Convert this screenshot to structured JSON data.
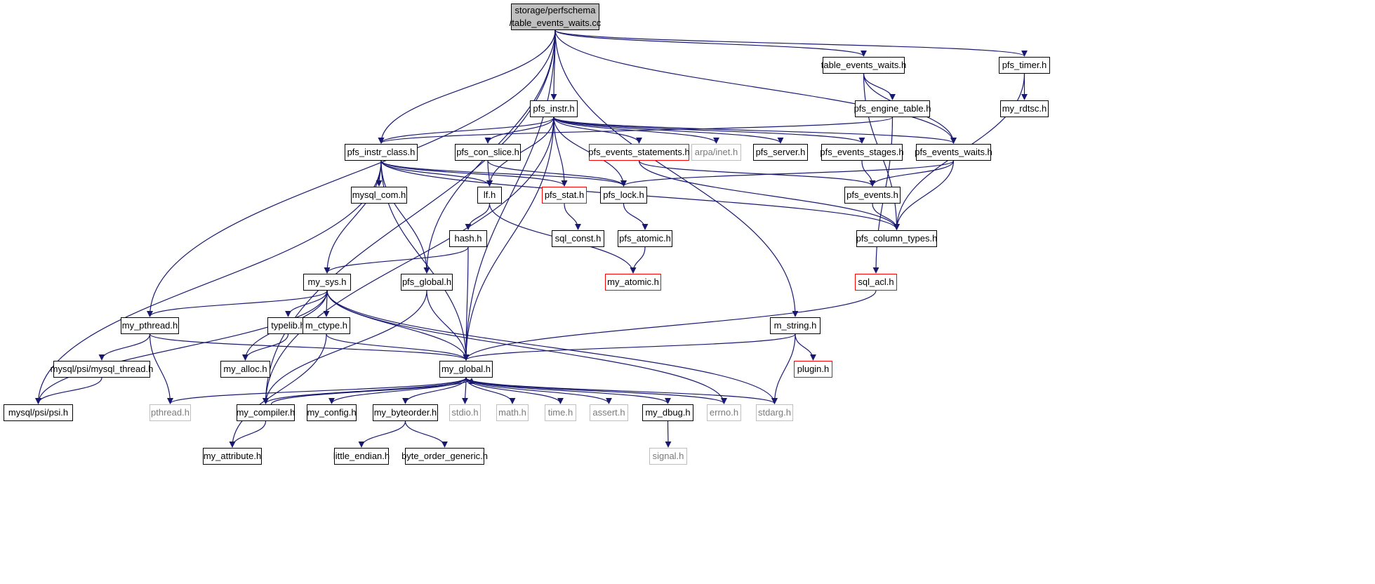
{
  "graph": {
    "edge_color": "#191970",
    "node_styles": {
      "root": "#bfbfbf",
      "trunc": "#ff0000",
      "sys": "#bfbfbf"
    },
    "nodes": [
      {
        "id": "root",
        "label": "storage/perfschema\n/table_events_waits.cc",
        "style": "root"
      },
      {
        "id": "tew_h",
        "label": "table_events_waits.h",
        "style": "normal"
      },
      {
        "id": "pfs_timer",
        "label": "pfs_timer.h",
        "style": "normal"
      },
      {
        "id": "my_rdtsc",
        "label": "my_rdtsc.h",
        "style": "normal"
      },
      {
        "id": "pfs_instr",
        "label": "pfs_instr.h",
        "style": "normal"
      },
      {
        "id": "pfs_engine_table",
        "label": "pfs_engine_table.h",
        "style": "normal"
      },
      {
        "id": "pfs_instr_class",
        "label": "pfs_instr_class.h",
        "style": "normal"
      },
      {
        "id": "pfs_con_slice",
        "label": "pfs_con_slice.h",
        "style": "normal"
      },
      {
        "id": "pfs_events_statements",
        "label": "pfs_events_statements.h",
        "style": "trunc"
      },
      {
        "id": "arpa_inet",
        "label": "arpa/inet.h",
        "style": "sys"
      },
      {
        "id": "pfs_server",
        "label": "pfs_server.h",
        "style": "normal"
      },
      {
        "id": "pfs_events_stages",
        "label": "pfs_events_stages.h",
        "style": "normal"
      },
      {
        "id": "pfs_events_waits",
        "label": "pfs_events_waits.h",
        "style": "normal"
      },
      {
        "id": "mysql_com",
        "label": "mysql_com.h",
        "style": "normal"
      },
      {
        "id": "lf",
        "label": "lf.h",
        "style": "normal"
      },
      {
        "id": "pfs_stat",
        "label": "pfs_stat.h",
        "style": "trunc"
      },
      {
        "id": "pfs_lock",
        "label": "pfs_lock.h",
        "style": "normal"
      },
      {
        "id": "pfs_events",
        "label": "pfs_events.h",
        "style": "normal"
      },
      {
        "id": "sql_const",
        "label": "sql_const.h",
        "style": "normal"
      },
      {
        "id": "pfs_atomic",
        "label": "pfs_atomic.h",
        "style": "normal"
      },
      {
        "id": "pfs_column_types",
        "label": "pfs_column_types.h",
        "style": "normal"
      },
      {
        "id": "hash",
        "label": "hash.h",
        "style": "normal"
      },
      {
        "id": "my_sys",
        "label": "my_sys.h",
        "style": "normal"
      },
      {
        "id": "pfs_global",
        "label": "pfs_global.h",
        "style": "normal"
      },
      {
        "id": "my_atomic",
        "label": "my_atomic.h",
        "style": "trunc"
      },
      {
        "id": "sql_acl",
        "label": "sql_acl.h",
        "style": "trunc"
      },
      {
        "id": "my_pthread",
        "label": "my_pthread.h",
        "style": "normal"
      },
      {
        "id": "typelib",
        "label": "typelib.h",
        "style": "normal"
      },
      {
        "id": "m_ctype",
        "label": "m_ctype.h",
        "style": "normal"
      },
      {
        "id": "m_string",
        "label": "m_string.h",
        "style": "normal"
      },
      {
        "id": "mysql_thread",
        "label": "mysql/psi/mysql_thread.h",
        "style": "normal"
      },
      {
        "id": "my_alloc",
        "label": "my_alloc.h",
        "style": "normal"
      },
      {
        "id": "my_global",
        "label": "my_global.h",
        "style": "normal"
      },
      {
        "id": "plugin",
        "label": "plugin.h",
        "style": "trunc"
      },
      {
        "id": "psi",
        "label": "mysql/psi/psi.h",
        "style": "normal"
      },
      {
        "id": "pthread",
        "label": "pthread.h",
        "style": "sys"
      },
      {
        "id": "my_compiler",
        "label": "my_compiler.h",
        "style": "normal"
      },
      {
        "id": "my_config",
        "label": "my_config.h",
        "style": "normal"
      },
      {
        "id": "my_byteorder",
        "label": "my_byteorder.h",
        "style": "normal"
      },
      {
        "id": "stdio",
        "label": "stdio.h",
        "style": "sys"
      },
      {
        "id": "math",
        "label": "math.h",
        "style": "sys"
      },
      {
        "id": "time",
        "label": "time.h",
        "style": "sys"
      },
      {
        "id": "assert",
        "label": "assert.h",
        "style": "sys"
      },
      {
        "id": "my_dbug",
        "label": "my_dbug.h",
        "style": "normal"
      },
      {
        "id": "errno",
        "label": "errno.h",
        "style": "sys"
      },
      {
        "id": "stdarg",
        "label": "stdarg.h",
        "style": "sys"
      },
      {
        "id": "my_attribute",
        "label": "my_attribute.h",
        "style": "normal"
      },
      {
        "id": "little_endian",
        "label": "little_endian.h",
        "style": "normal"
      },
      {
        "id": "byte_order_generic",
        "label": "byte_order_generic.h",
        "style": "normal"
      },
      {
        "id": "signal",
        "label": "signal.h",
        "style": "sys"
      }
    ],
    "edges": [
      [
        "root",
        "tew_h"
      ],
      [
        "root",
        "pfs_timer"
      ],
      [
        "root",
        "pfs_instr"
      ],
      [
        "root",
        "pfs_instr_class"
      ],
      [
        "root",
        "pfs_events_waits"
      ],
      [
        "root",
        "pfs_global"
      ],
      [
        "root",
        "my_pthread"
      ],
      [
        "root",
        "my_global"
      ],
      [
        "root",
        "my_compiler"
      ],
      [
        "root",
        "m_string"
      ],
      [
        "tew_h",
        "pfs_engine_table"
      ],
      [
        "tew_h",
        "pfs_events_waits"
      ],
      [
        "tew_h",
        "pfs_column_types"
      ],
      [
        "pfs_timer",
        "my_rdtsc"
      ],
      [
        "pfs_timer",
        "pfs_column_types"
      ],
      [
        "pfs_engine_table",
        "pfs_instr_class"
      ],
      [
        "pfs_engine_table",
        "sql_acl"
      ],
      [
        "pfs_instr",
        "pfs_instr_class"
      ],
      [
        "pfs_instr",
        "pfs_con_slice"
      ],
      [
        "pfs_instr",
        "pfs_events_statements"
      ],
      [
        "pfs_instr",
        "arpa_inet"
      ],
      [
        "pfs_instr",
        "pfs_server"
      ],
      [
        "pfs_instr",
        "pfs_events_stages"
      ],
      [
        "pfs_instr",
        "pfs_events_waits"
      ],
      [
        "pfs_instr",
        "lf"
      ],
      [
        "pfs_instr",
        "pfs_stat"
      ],
      [
        "pfs_instr",
        "pfs_lock"
      ],
      [
        "pfs_instr",
        "my_global"
      ],
      [
        "pfs_instr",
        "my_compiler"
      ],
      [
        "pfs_instr_class",
        "mysql_com"
      ],
      [
        "pfs_instr_class",
        "lf"
      ],
      [
        "pfs_instr_class",
        "pfs_stat"
      ],
      [
        "pfs_instr_class",
        "pfs_lock"
      ],
      [
        "pfs_instr_class",
        "pfs_column_types"
      ],
      [
        "pfs_instr_class",
        "my_sys"
      ],
      [
        "pfs_instr_class",
        "pfs_global"
      ],
      [
        "pfs_instr_class",
        "my_global"
      ],
      [
        "pfs_instr_class",
        "psi"
      ],
      [
        "pfs_con_slice",
        "lf"
      ],
      [
        "pfs_con_slice",
        "pfs_lock"
      ],
      [
        "pfs_events_statements",
        "pfs_events"
      ],
      [
        "pfs_events_statements",
        "pfs_column_types"
      ],
      [
        "pfs_events_stages",
        "pfs_events"
      ],
      [
        "pfs_events_waits",
        "pfs_events"
      ],
      [
        "pfs_events_waits",
        "pfs_lock"
      ],
      [
        "pfs_events_waits",
        "pfs_column_types"
      ],
      [
        "lf",
        "hash"
      ],
      [
        "lf",
        "my_atomic"
      ],
      [
        "pfs_stat",
        "sql_const"
      ],
      [
        "pfs_lock",
        "pfs_atomic"
      ],
      [
        "pfs_atomic",
        "my_atomic"
      ],
      [
        "pfs_events",
        "pfs_column_types"
      ],
      [
        "hash",
        "my_sys"
      ],
      [
        "hash",
        "my_global"
      ],
      [
        "my_sys",
        "my_pthread"
      ],
      [
        "my_sys",
        "typelib"
      ],
      [
        "my_sys",
        "m_ctype"
      ],
      [
        "my_sys",
        "my_alloc"
      ],
      [
        "my_sys",
        "my_global"
      ],
      [
        "my_sys",
        "psi"
      ],
      [
        "my_sys",
        "errno"
      ],
      [
        "my_sys",
        "stdarg"
      ],
      [
        "pfs_global",
        "my_global"
      ],
      [
        "pfs_global",
        "my_compiler"
      ],
      [
        "sql_acl",
        "my_global"
      ],
      [
        "my_pthread",
        "mysql_thread"
      ],
      [
        "my_pthread",
        "pthread"
      ],
      [
        "my_pthread",
        "my_global"
      ],
      [
        "typelib",
        "my_alloc"
      ],
      [
        "m_ctype",
        "my_global"
      ],
      [
        "m_ctype",
        "my_attribute"
      ],
      [
        "m_string",
        "my_global"
      ],
      [
        "m_string",
        "plugin"
      ],
      [
        "m_string",
        "stdarg"
      ],
      [
        "mysql_thread",
        "psi"
      ],
      [
        "my_global",
        "my_compiler"
      ],
      [
        "my_global",
        "my_config"
      ],
      [
        "my_global",
        "my_byteorder"
      ],
      [
        "my_global",
        "stdio"
      ],
      [
        "my_global",
        "math"
      ],
      [
        "my_global",
        "time"
      ],
      [
        "my_global",
        "assert"
      ],
      [
        "my_global",
        "my_dbug"
      ],
      [
        "my_global",
        "errno"
      ],
      [
        "my_global",
        "stdarg"
      ],
      [
        "my_global",
        "pthread"
      ],
      [
        "my_compiler",
        "my_global"
      ],
      [
        "my_compiler",
        "my_attribute"
      ],
      [
        "my_byteorder",
        "little_endian"
      ],
      [
        "my_byteorder",
        "byte_order_generic"
      ],
      [
        "my_dbug",
        "signal"
      ]
    ]
  }
}
